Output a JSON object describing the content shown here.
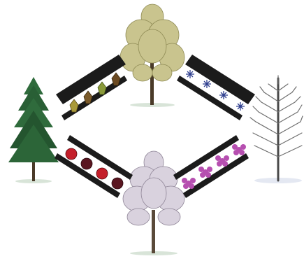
{
  "colors": {
    "background": "#ffffff",
    "band": "#1b1b1b",
    "evergreen": "#2f6b3c",
    "autumn_tree": "#c9c48e",
    "winter_tree": "#7a7a7a",
    "spring_tree": "#b9aebc",
    "maple_leaf": [
      "#a99a3a",
      "#7a5a2a",
      "#8a9a3a",
      "#6b4a22"
    ],
    "apple_red": "#c41f2a",
    "apple_dark": "#5a1620",
    "flower": "#b64fb0",
    "snowflake": "#2f3f8f"
  },
  "trees": [
    {
      "name": "evergreen",
      "icon": "evergreen-tree-icon"
    },
    {
      "name": "autumn",
      "icon": "autumn-tree-icon"
    },
    {
      "name": "winter",
      "icon": "bare-tree-icon"
    },
    {
      "name": "spring",
      "icon": "blossom-tree-icon"
    }
  ],
  "bands": [
    {
      "name": "leaves",
      "icon": "maple-leaf-icon",
      "count": 4
    },
    {
      "name": "snowflakes",
      "icon": "snowflake-icon",
      "count": 4
    },
    {
      "name": "apples",
      "icon": "apple-icon",
      "count": 4
    },
    {
      "name": "flowers",
      "icon": "flower-icon",
      "count": 4
    }
  ]
}
